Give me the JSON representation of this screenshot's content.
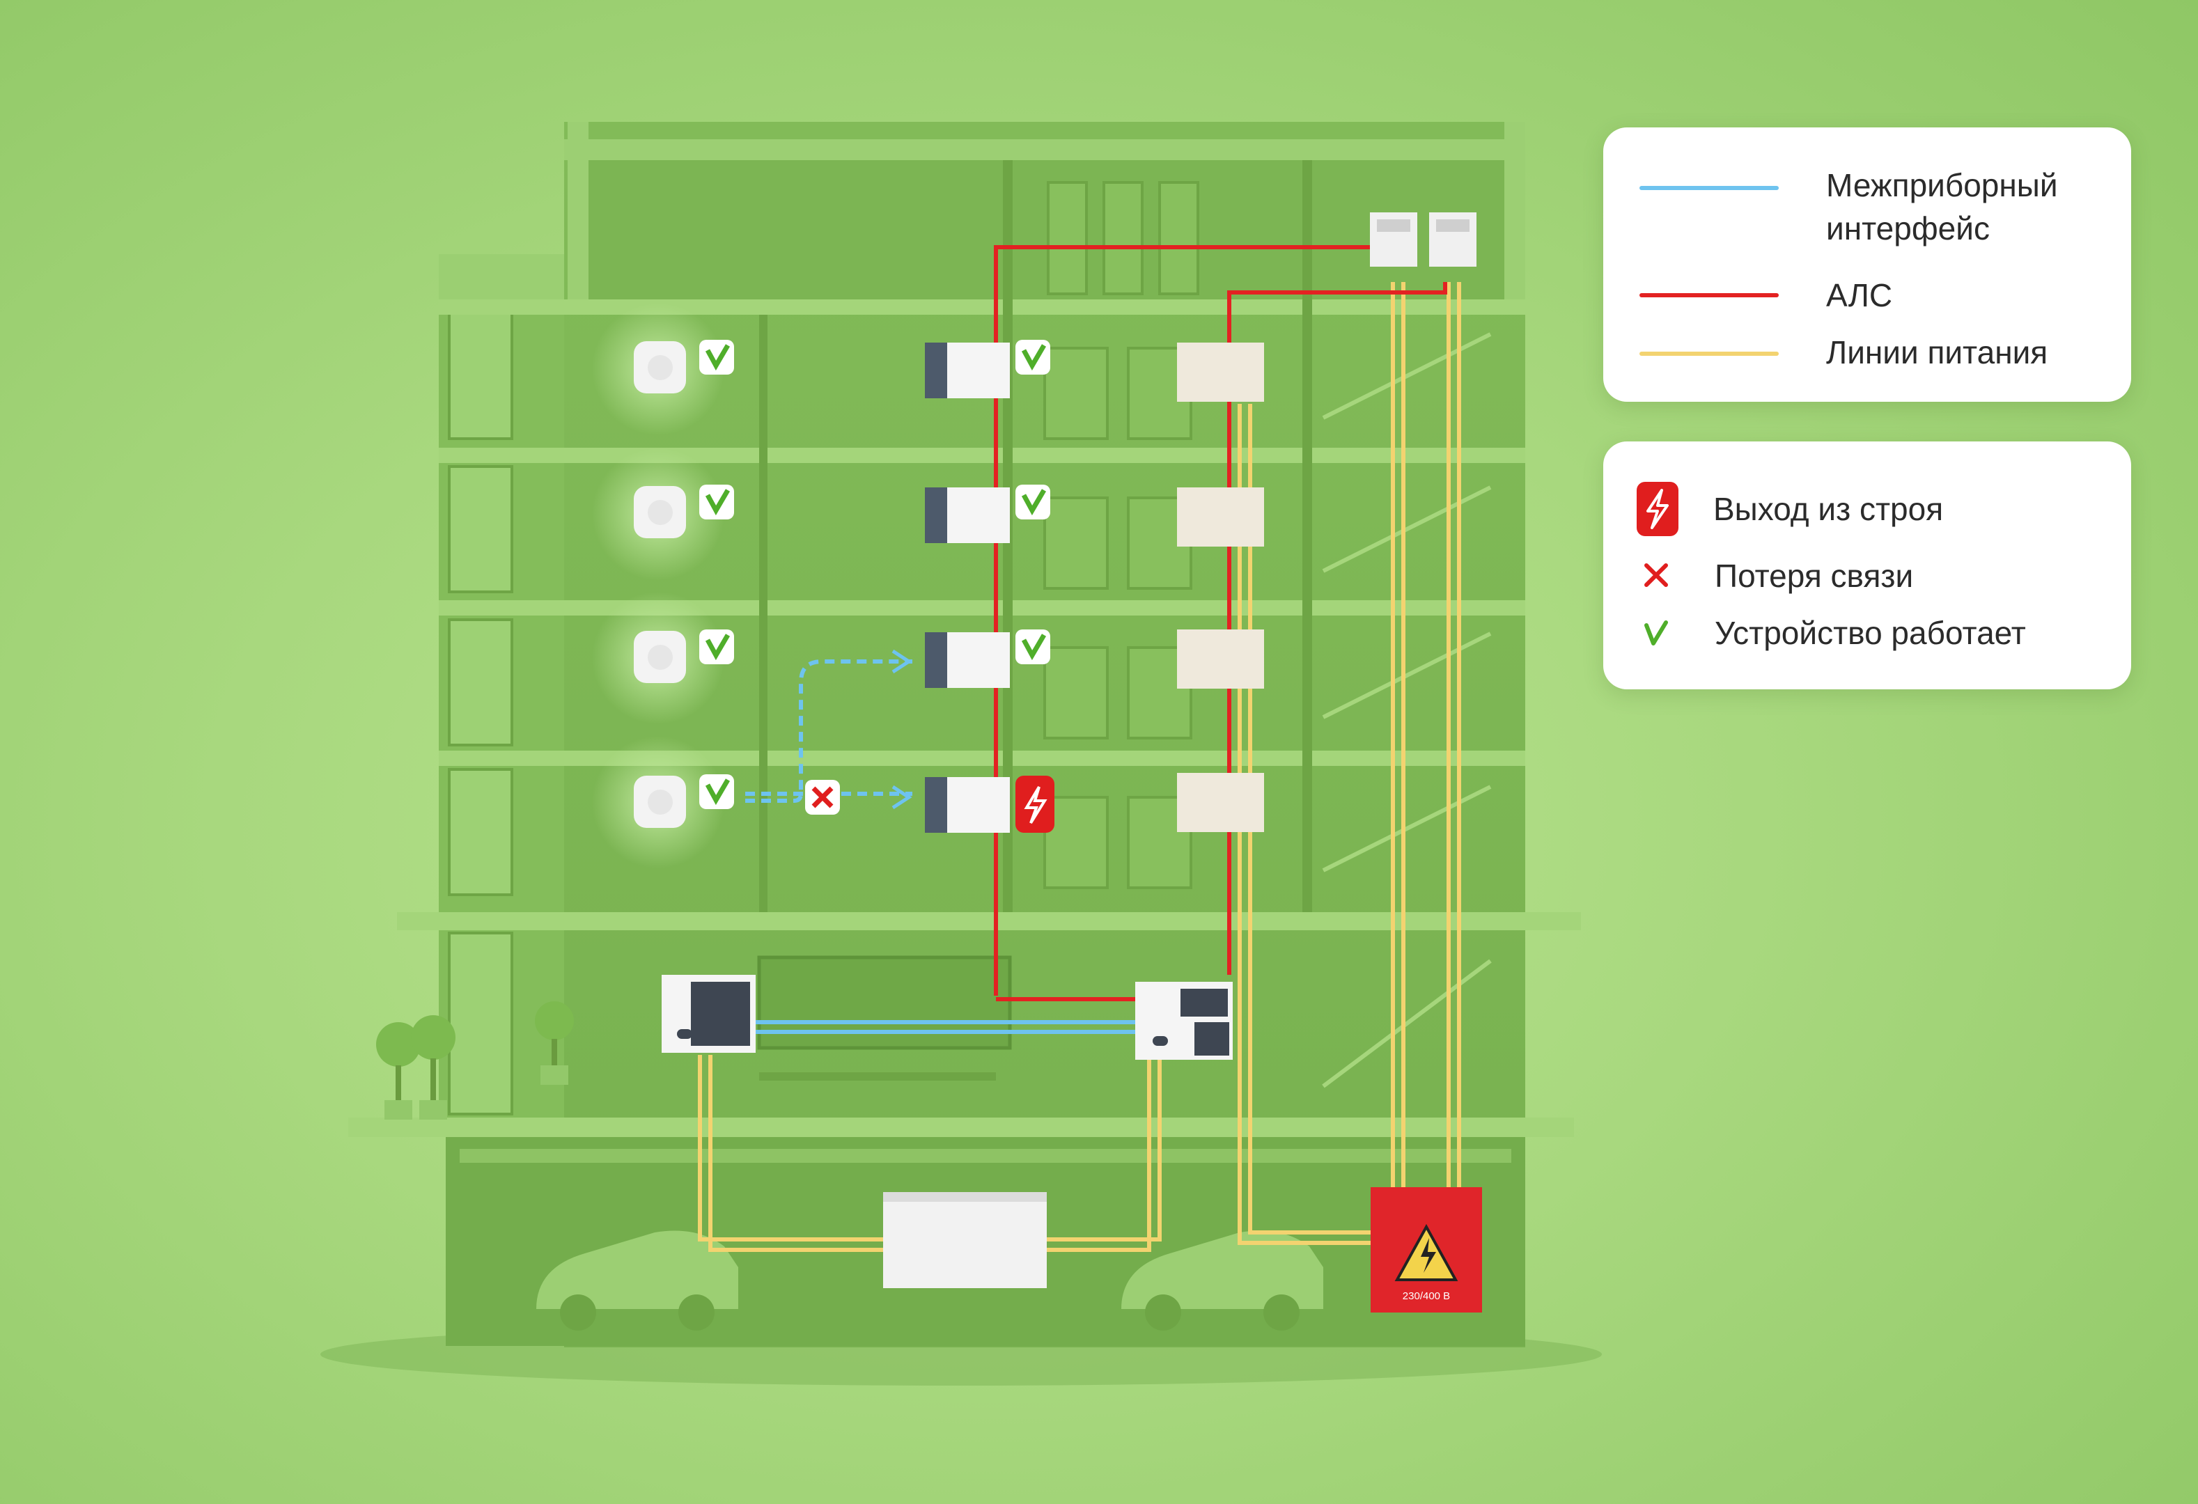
{
  "legend_lines": {
    "items": [
      {
        "label": "Межприборный\nинтерфейс",
        "color": "#6ec3ef"
      },
      {
        "label": "АЛС",
        "color": "#e32222"
      },
      {
        "label": "Линии питания",
        "color": "#f3d370"
      }
    ]
  },
  "legend_status": {
    "items": [
      {
        "label": "Выход из строя",
        "icon": "lightning-icon",
        "color": "#e01e1e"
      },
      {
        "label": "Потеря связи",
        "icon": "cross-icon",
        "color": "#e01e1e"
      },
      {
        "label": "Устройство работает",
        "icon": "check-icon",
        "color": "#4fae2a"
      }
    ]
  },
  "power_box": {
    "label": "230/400 В"
  },
  "colors": {
    "building": "#8fc464",
    "building_dark": "#6fa847",
    "building_light": "#a8d77e",
    "interface": "#6ec3ef",
    "als": "#e32222",
    "power": "#f3d370",
    "fault": "#e01e1e",
    "ok": "#4fae2a"
  }
}
